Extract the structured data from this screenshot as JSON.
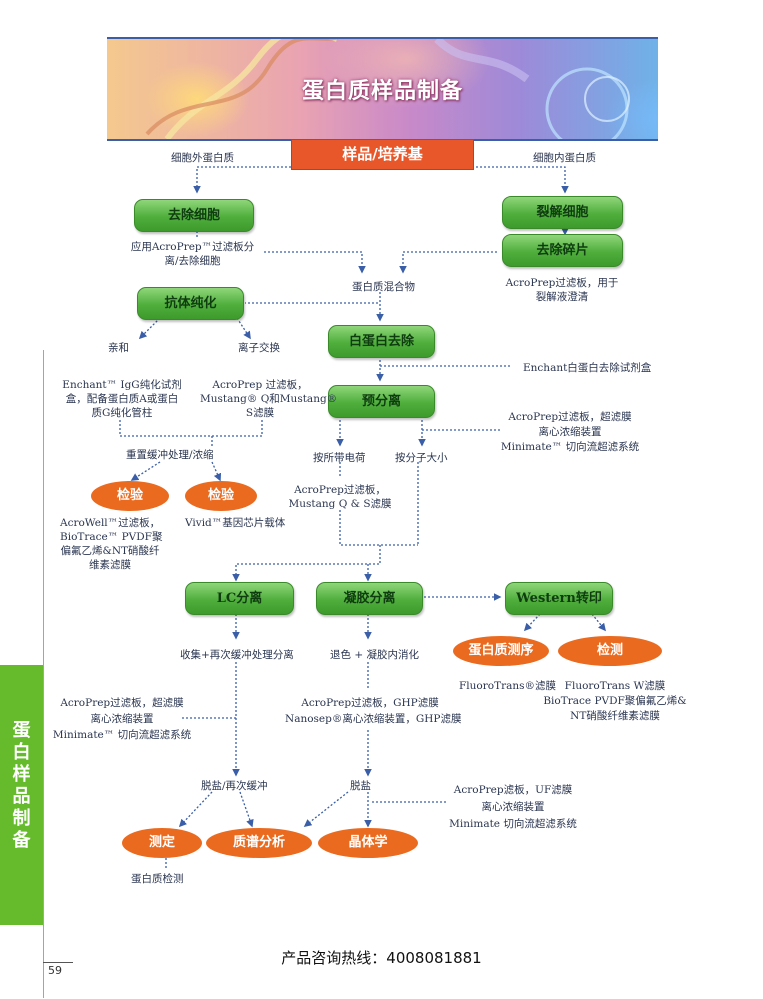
{
  "banner": {
    "title": "蛋白质样品制备"
  },
  "sample": "样品/培养基",
  "branches": {
    "extra": "细胞外蛋白质",
    "intra": "细胞内蛋白质"
  },
  "boxes": {
    "remove_cells": "去除细胞",
    "lyse_cells": "裂解细胞",
    "remove_debris": "去除碎片",
    "antibody_purify": "抗体纯化",
    "albumin_remove": "白蛋白去除",
    "pre_separation": "预分离",
    "lc_sep": "LC分离",
    "gel_sep": "凝胶分离",
    "western": "Western转印"
  },
  "ovals": {
    "check1": "检验",
    "check2": "检验",
    "sequencing": "蛋白质测序",
    "detect": "检测",
    "measure": "测定",
    "mass_spec": "质谱分析",
    "crystal": "晶体学"
  },
  "texts": {
    "acroprep_cells_1": "应用AcroPrep™过滤板分",
    "acroprep_cells_2": "离/去除细胞",
    "protein_mix": "蛋白质混合物",
    "acroprep_lysate_1": "AcroPrep过滤板，用于",
    "acroprep_lysate_2": "裂解液澄清",
    "affinity": "亲和",
    "ion_exchange": "离子交换",
    "enchant_igg_1": "Enchant™ IgG纯化试剂",
    "enchant_igg_2": "盒，配备蛋白质A或蛋白",
    "enchant_igg_3": "质G纯化管柱",
    "acroprep_mustang_1": "AcroPrep 过滤板，",
    "acroprep_mustang_2": "Mustang® Q和Mustang®",
    "acroprep_mustang_3": "S滤膜",
    "enchant_albumin": "Enchant白蛋白去除试剂盒",
    "acroprep_pre_1": "AcroPrep过滤板，超滤膜",
    "acroprep_pre_2": "离心浓缩装置",
    "acroprep_pre_3": "Minimate™ 切向流超滤系统",
    "by_charge": "按所带电荷",
    "by_size": "按分子大小",
    "buffer_exchange": "重置缓冲处理/浓缩",
    "acroprep_mustang_qs_1": "AcroPrep过滤板，",
    "acroprep_mustang_qs_2": "Mustang Q & S滤膜",
    "acrowell_1": "AcroWell™过滤板，",
    "acrowell_2": "BioTrace™ PVDF聚",
    "acrowell_3": "偏氟乙烯&NT硝酸纤",
    "acrowell_4": "维素滤膜",
    "vivid": "Vivid™基因芯片载体",
    "collect_buffer": "收集+再次缓冲处理分离",
    "destain_digest": "退色 + 凝胶内消化",
    "fluorotrans": "FluoroTrans®滤膜",
    "fluorotrans_w_1": "FluoroTrans W滤膜",
    "fluorotrans_w_2": "BioTrace PVDF聚偏氟乙烯&",
    "fluorotrans_w_3": "NT硝酸纤维素滤膜",
    "acroprep_lc_1": "AcroPrep过滤板，超滤膜",
    "acroprep_lc_2": "离心浓缩装置",
    "acroprep_lc_3": "Minimate™ 切向流超滤系统",
    "acroprep_ghp_1": "AcroPrep过滤板，GHP滤膜",
    "acroprep_ghp_2": "Nanosep®离心浓缩装置，GHP滤膜",
    "desalt_rebuffer": "脱盐/再次缓冲",
    "desalt": "脱盐",
    "acroprep_uf_1": "AcroPrep滤板，UF滤膜",
    "acroprep_uf_2": "离心浓缩装置",
    "acroprep_uf_3": "Minimate 切向流超滤系统",
    "protein_assay": "蛋白质检测"
  },
  "sidebar": {
    "title": "蛋\n白\n样\n品\n制\n备"
  },
  "page_number": "59",
  "hotline": "产品咨询热线：4008081881",
  "colors": {
    "green": "#4fae3c",
    "orange": "#ea6a1f",
    "sample_red": "#e8572a",
    "arrow_blue": "#3a5fa8",
    "sidebar_green": "#66bb2d"
  }
}
